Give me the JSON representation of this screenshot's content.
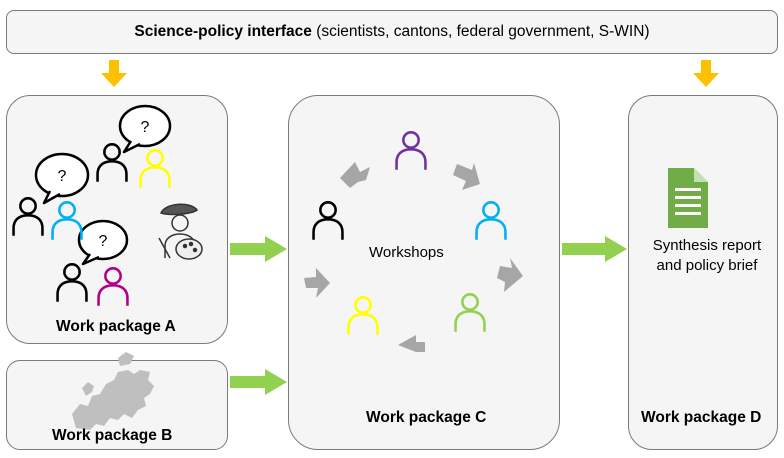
{
  "banner": {
    "title_bold": "Science-policy interface",
    "title_rest": " (scientists, cantons, federal government, S-WIN)"
  },
  "work_packages": {
    "a": {
      "label": "Work package A"
    },
    "b": {
      "label": "Work package B"
    },
    "c": {
      "label": "Work package C"
    },
    "d": {
      "label": "Work package D"
    }
  },
  "workshops": {
    "label": "Workshops"
  },
  "report": {
    "line1": "Synthesis report",
    "line2": "and policy brief"
  },
  "speech_bubbles": {
    "text": "?"
  },
  "colors": {
    "orange_arrow": "#ffc000",
    "green_arrow": "#92d050",
    "grey_arrow": "#a6a6a6",
    "person_black": "#000000",
    "person_cyan": "#00b0f0",
    "person_yellow": "#ffff00",
    "person_magenta": "#b0008a",
    "person_purple": "#7030a0",
    "person_green": "#92d050",
    "document_green": "#70ad47",
    "map_grey": "#bfbfbf"
  },
  "icons": [
    "person-icon",
    "speech-bubble-icon",
    "painter-icon",
    "europe-map-icon",
    "document-icon"
  ]
}
